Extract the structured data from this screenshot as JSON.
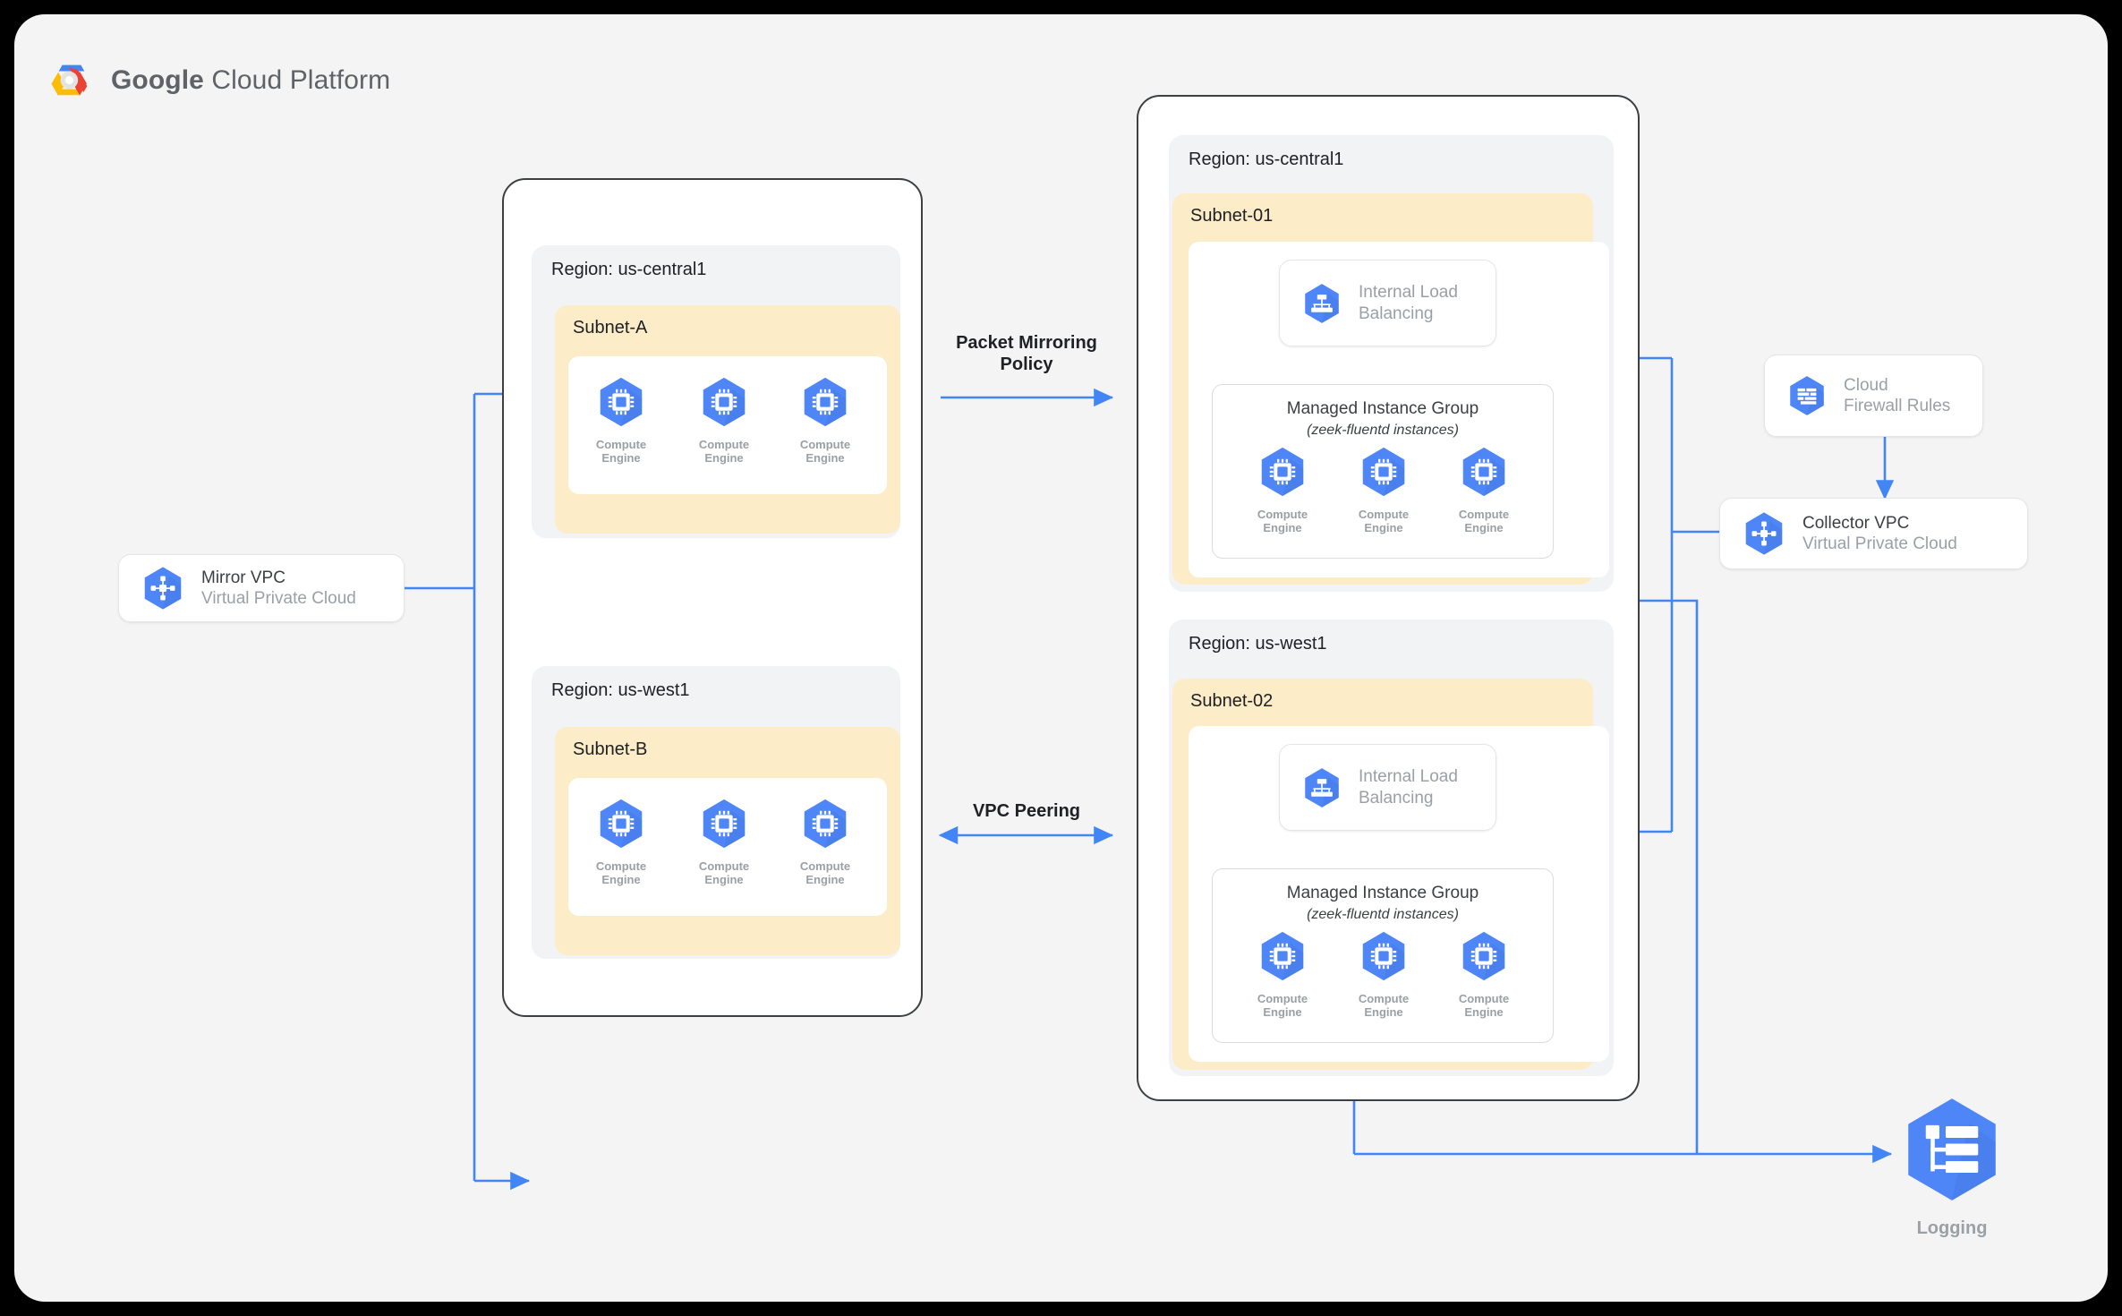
{
  "brand": {
    "bold": "Google",
    "light": " Cloud Platform"
  },
  "colors": {
    "canvas_bg": "#f4f4f4",
    "page_bg": "#000000",
    "vpc_border": "#3c4043",
    "region_bg": "#f1f3f4",
    "subnet_bg": "#fdecc8",
    "accent_blue": "#4285f4",
    "gcp_icon_blue": "#4f86f7",
    "muted_text": "#9aa0a6",
    "text": "#202124"
  },
  "mirror_vpc": {
    "icon": "vpc-icon",
    "title": "Mirror VPC",
    "subtitle": "Virtual Private Cloud"
  },
  "collector_vpc": {
    "icon": "vpc-icon",
    "title": "Collector VPC",
    "subtitle": "Virtual Private Cloud"
  },
  "firewall": {
    "icon": "firewall-icon",
    "line1": "Cloud",
    "line2": "Firewall Rules"
  },
  "logging": {
    "icon": "logging-icon",
    "label": "Logging"
  },
  "edges": [
    {
      "name": "packet-mirroring-policy",
      "label": "Packet Mirroring\nPolicy",
      "direction": "right"
    },
    {
      "name": "vpc-peering",
      "label": "VPC Peering",
      "direction": "both"
    }
  ],
  "mirror_network": {
    "name": "mirror-vpc-frame",
    "regions": [
      {
        "region_label": "Region: us-central1",
        "subnet_label": "Subnet-A",
        "instances": [
          {
            "icon": "compute-engine-icon",
            "caption": "Compute\nEngine"
          },
          {
            "icon": "compute-engine-icon",
            "caption": "Compute\nEngine"
          },
          {
            "icon": "compute-engine-icon",
            "caption": "Compute\nEngine"
          }
        ]
      },
      {
        "region_label": "Region: us-west1",
        "subnet_label": "Subnet-B",
        "instances": [
          {
            "icon": "compute-engine-icon",
            "caption": "Compute\nEngine"
          },
          {
            "icon": "compute-engine-icon",
            "caption": "Compute\nEngine"
          },
          {
            "icon": "compute-engine-icon",
            "caption": "Compute\nEngine"
          }
        ]
      }
    ]
  },
  "collector_network": {
    "name": "collector-vpc-frame",
    "regions": [
      {
        "region_label": "Region: us-central1",
        "subnet_label": "Subnet-01",
        "load_balancer": {
          "icon": "load-balancer-icon",
          "line1": "Internal Load",
          "line2": "Balancing"
        },
        "mig": {
          "title": "Managed Instance Group",
          "subtitle": "(zeek-fluentd instances)",
          "instances": [
            {
              "icon": "compute-engine-icon",
              "caption": "Compute\nEngine"
            },
            {
              "icon": "compute-engine-icon",
              "caption": "Compute\nEngine"
            },
            {
              "icon": "compute-engine-icon",
              "caption": "Compute\nEngine"
            }
          ]
        }
      },
      {
        "region_label": "Region: us-west1",
        "subnet_label": "Subnet-02",
        "load_balancer": {
          "icon": "load-balancer-icon",
          "line1": "Internal Load",
          "line2": "Balancing"
        },
        "mig": {
          "title": "Managed Instance Group",
          "subtitle": "(zeek-fluentd instances)",
          "instances": [
            {
              "icon": "compute-engine-icon",
              "caption": "Compute\nEngine"
            },
            {
              "icon": "compute-engine-icon",
              "caption": "Compute\nEngine"
            },
            {
              "icon": "compute-engine-icon",
              "caption": "Compute\nEngine"
            }
          ]
        }
      }
    ]
  }
}
